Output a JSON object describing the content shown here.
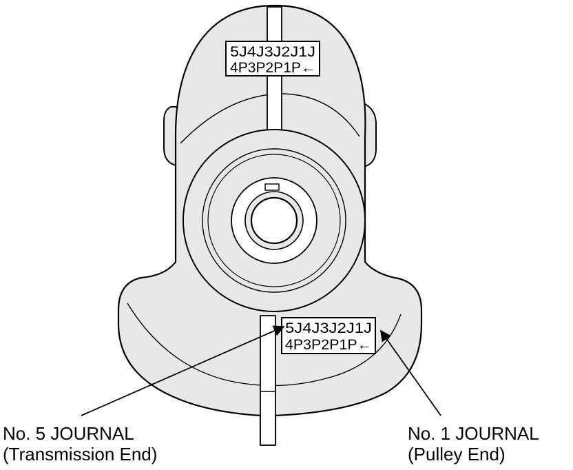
{
  "top_code": {
    "journal_line": "5J4J3J2J1J",
    "pin_line": "4P3P2P1P←"
  },
  "bottom_code": {
    "journal_line": "5J4J3J2J1J",
    "pin_line": "4P3P2P1P←"
  },
  "callouts": {
    "left": {
      "line1": "No. 5 JOURNAL",
      "line2": "(Transmission End)"
    },
    "right": {
      "line1": "No. 1 JOURNAL",
      "line2": "(Pulley End)"
    }
  },
  "colors": {
    "ink": "#000000",
    "shading": "#e8e8e8",
    "paper": "#ffffff"
  }
}
